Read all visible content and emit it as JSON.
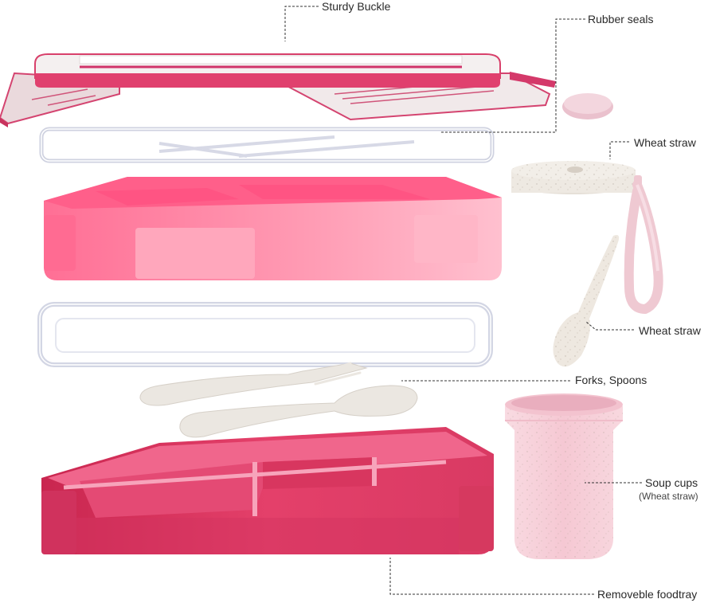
{
  "callouts": {
    "sturdy_buckle": "Sturdy Buckle",
    "rubber_seals": "Rubber seals",
    "wheat_straw_lid": "Wheat straw",
    "wheat_straw_spoon": "Wheat straw",
    "forks_spoons": "Forks, Spoons",
    "soup_cups": "Soup cups",
    "soup_cups_material": "(Wheat straw)",
    "removable_foodtray": "Removeble foodtray"
  },
  "colors": {
    "lid_pink": "#e0406e",
    "lid_white": "#f2eeee",
    "tray_pink": "#ff7fa0",
    "tray_pink_light": "#ffb3c4",
    "base_pink": "#d9305d",
    "base_pink_dark": "#b82048",
    "seal_clear": "#e6e8f2",
    "wheat": "#efeae3",
    "cup_pink": "#f7d3dc",
    "strap_pink": "#efc9d2"
  }
}
